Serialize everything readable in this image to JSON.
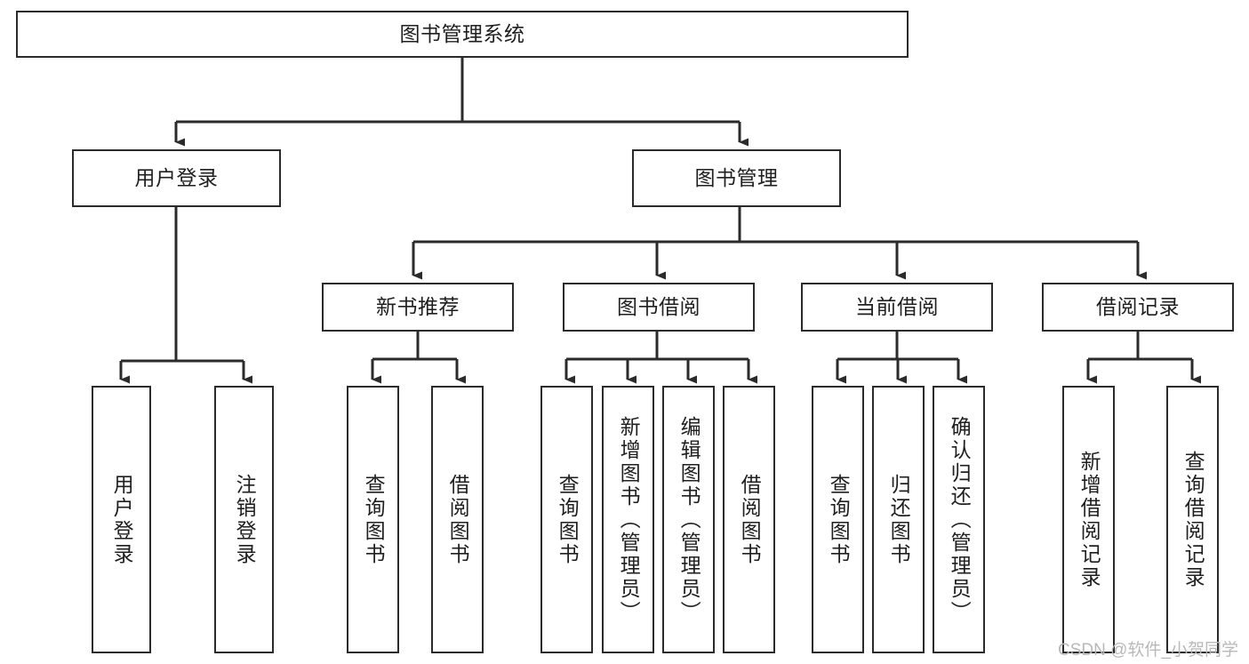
{
  "diagram": {
    "title": "图书管理系统",
    "root": {
      "id": "root",
      "label": "图书管理系统"
    },
    "level2": [
      {
        "id": "user-login",
        "label": "用户登录"
      },
      {
        "id": "book-management",
        "label": "图书管理"
      }
    ],
    "level3": [
      {
        "id": "new-book-recommend",
        "label": "新书推荐"
      },
      {
        "id": "book-borrow",
        "label": "图书借阅"
      },
      {
        "id": "current-borrow",
        "label": "当前借阅"
      },
      {
        "id": "borrow-record",
        "label": "借阅记录"
      }
    ],
    "leaves": {
      "user_login": [
        {
          "id": "leaf-user-login",
          "label": "用户登录"
        },
        {
          "id": "leaf-logout",
          "label": "注销登录"
        }
      ],
      "new_book_recommend": [
        {
          "id": "leaf-query-book-1",
          "label": "查询图书"
        },
        {
          "id": "leaf-borrow-book-1",
          "label": "借阅图书"
        }
      ],
      "book_borrow": [
        {
          "id": "leaf-query-book-2",
          "label": "查询图书"
        },
        {
          "id": "leaf-add-book",
          "label": "新增图书（管理员）"
        },
        {
          "id": "leaf-edit-book",
          "label": "编辑图书（管理员）"
        },
        {
          "id": "leaf-borrow-book-2",
          "label": "借阅图书"
        }
      ],
      "current_borrow": [
        {
          "id": "leaf-query-book-3",
          "label": "查询图书"
        },
        {
          "id": "leaf-return-book",
          "label": "归还图书"
        },
        {
          "id": "leaf-confirm-return",
          "label": "确认归还（管理员）"
        }
      ],
      "borrow_record": [
        {
          "id": "leaf-add-record",
          "label": "新增借阅记录"
        },
        {
          "id": "leaf-query-record",
          "label": "查询借阅记录"
        }
      ]
    }
  },
  "watermark": {
    "text": "CSDN @软件_小贺同学"
  },
  "colors": {
    "stroke": "#2b2b2b",
    "text": "#1f1f1f",
    "background": "#ffffff",
    "watermark": "#b9b9b9"
  }
}
